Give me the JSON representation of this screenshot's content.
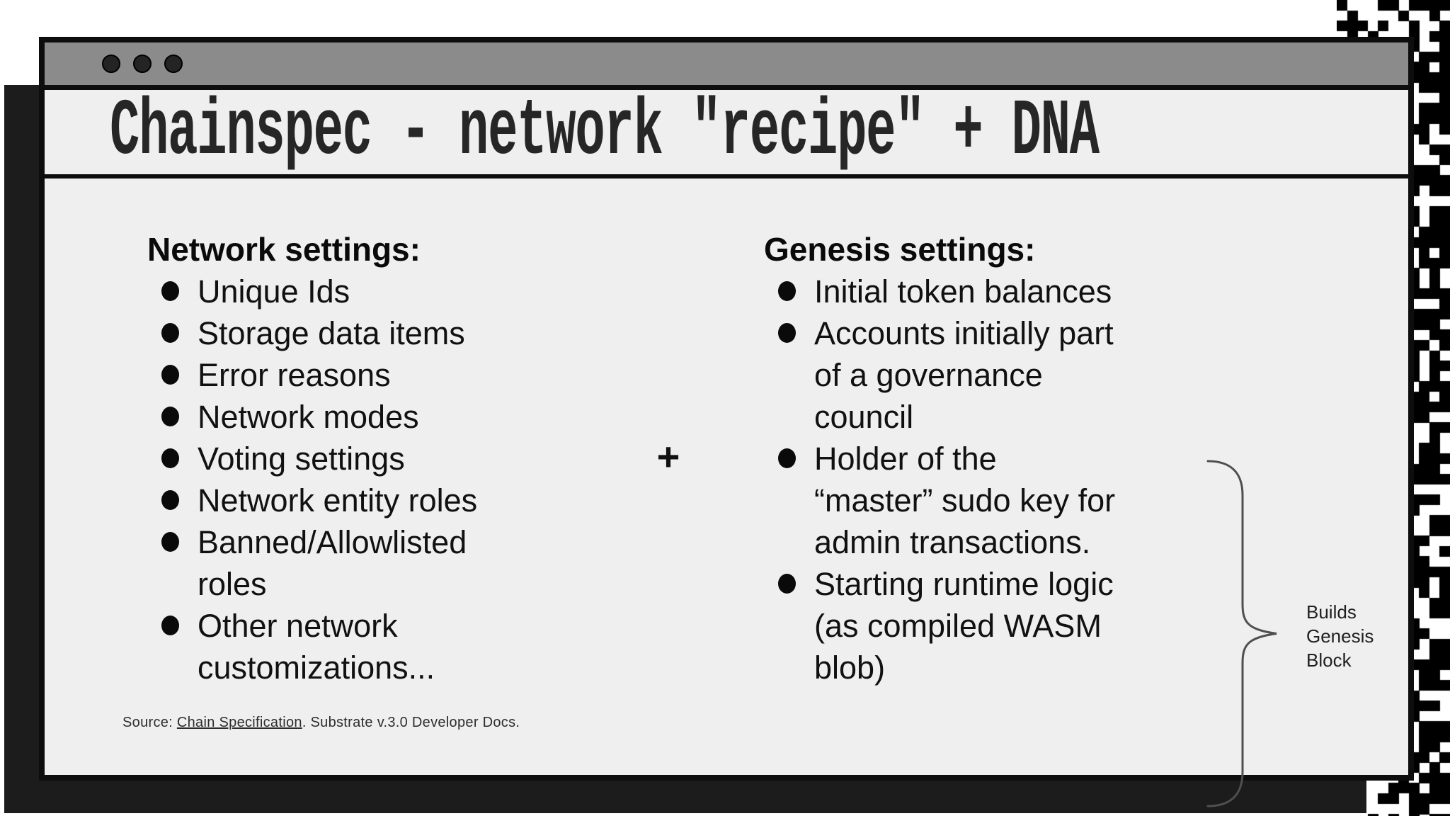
{
  "window": {
    "title": "Chainspec - network \"recipe\" + DNA"
  },
  "columns": {
    "network": {
      "heading": "Network settings:",
      "rows": [
        {
          "bullet": true,
          "text": "Unique Ids"
        },
        {
          "bullet": true,
          "text": "Storage data items"
        },
        {
          "bullet": true,
          "text": "Error reasons"
        },
        {
          "bullet": true,
          "text": "Network modes"
        },
        {
          "bullet": true,
          "text": "Voting settings"
        },
        {
          "bullet": true,
          "text": "Network entity roles"
        },
        {
          "bullet": true,
          "text": "Banned/Allowlisted"
        },
        {
          "bullet": false,
          "text": "roles"
        },
        {
          "bullet": true,
          "text": "Other network"
        },
        {
          "bullet": false,
          "text": "customizations..."
        }
      ]
    },
    "genesis": {
      "heading": "Genesis settings:",
      "rows": [
        {
          "bullet": true,
          "text": "Initial token balances"
        },
        {
          "bullet": true,
          "text": "Accounts initially part"
        },
        {
          "bullet": false,
          "text": "of a governance"
        },
        {
          "bullet": false,
          "text": "council"
        },
        {
          "bullet": true,
          "text": "Holder of the"
        },
        {
          "bullet": false,
          "text": "“master” sudo key for"
        },
        {
          "bullet": false,
          "text": "admin transactions."
        },
        {
          "bullet": true,
          "text": "Starting runtime logic"
        },
        {
          "bullet": false,
          "text": "(as compiled WASM"
        },
        {
          "bullet": false,
          "text": "blob)"
        }
      ]
    }
  },
  "plus_sign": "+",
  "brace_label": {
    "lines": [
      "Builds",
      "Genesis",
      "Block"
    ]
  },
  "source": {
    "prefix": "Source: ",
    "link": "Chain Specification",
    "suffix": ". Substrate v.3.0 Developer Docs."
  },
  "colors": {
    "page_bg": "#ffffff",
    "titlebar": "#8b8b8b",
    "window_bg": "#efefef",
    "window_border": "#0d0d0d",
    "shadow": "#1c1c1c",
    "checker": "#000000",
    "text": "#111111"
  }
}
